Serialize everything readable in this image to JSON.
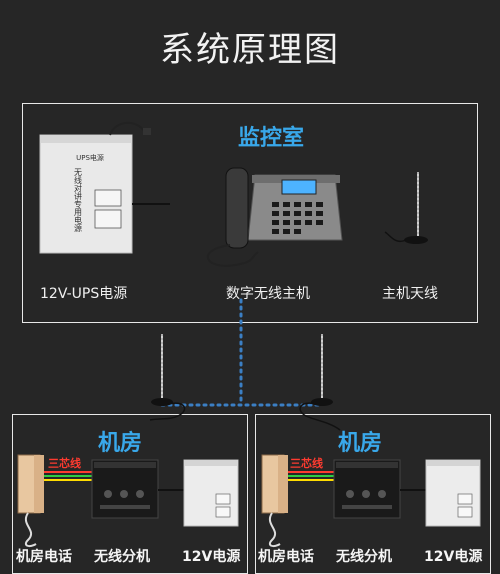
{
  "title": "系统原理图",
  "control_room": {
    "title": "监控室",
    "ups_caption": "12V-UPS电源",
    "host_caption": "数字无线主机",
    "antenna_caption": "主机天线",
    "ups_label": "UPS电源",
    "ups_vertical": "无线对讲专用电源"
  },
  "machine_rooms": [
    {
      "title": "机房",
      "phone_caption": "机房电话",
      "extension_caption": "无线分机",
      "power_caption": "12V电源",
      "triple_label": "三芯线"
    },
    {
      "title": "机房",
      "phone_caption": "机房电话",
      "extension_caption": "无线分机",
      "power_caption": "12V电源",
      "triple_label": "三芯线"
    }
  ],
  "colors": {
    "background": "#262626",
    "room_title": "#39a8ea",
    "dotted_link": "#3b7fc4",
    "triple_label": "#ff3b30"
  }
}
